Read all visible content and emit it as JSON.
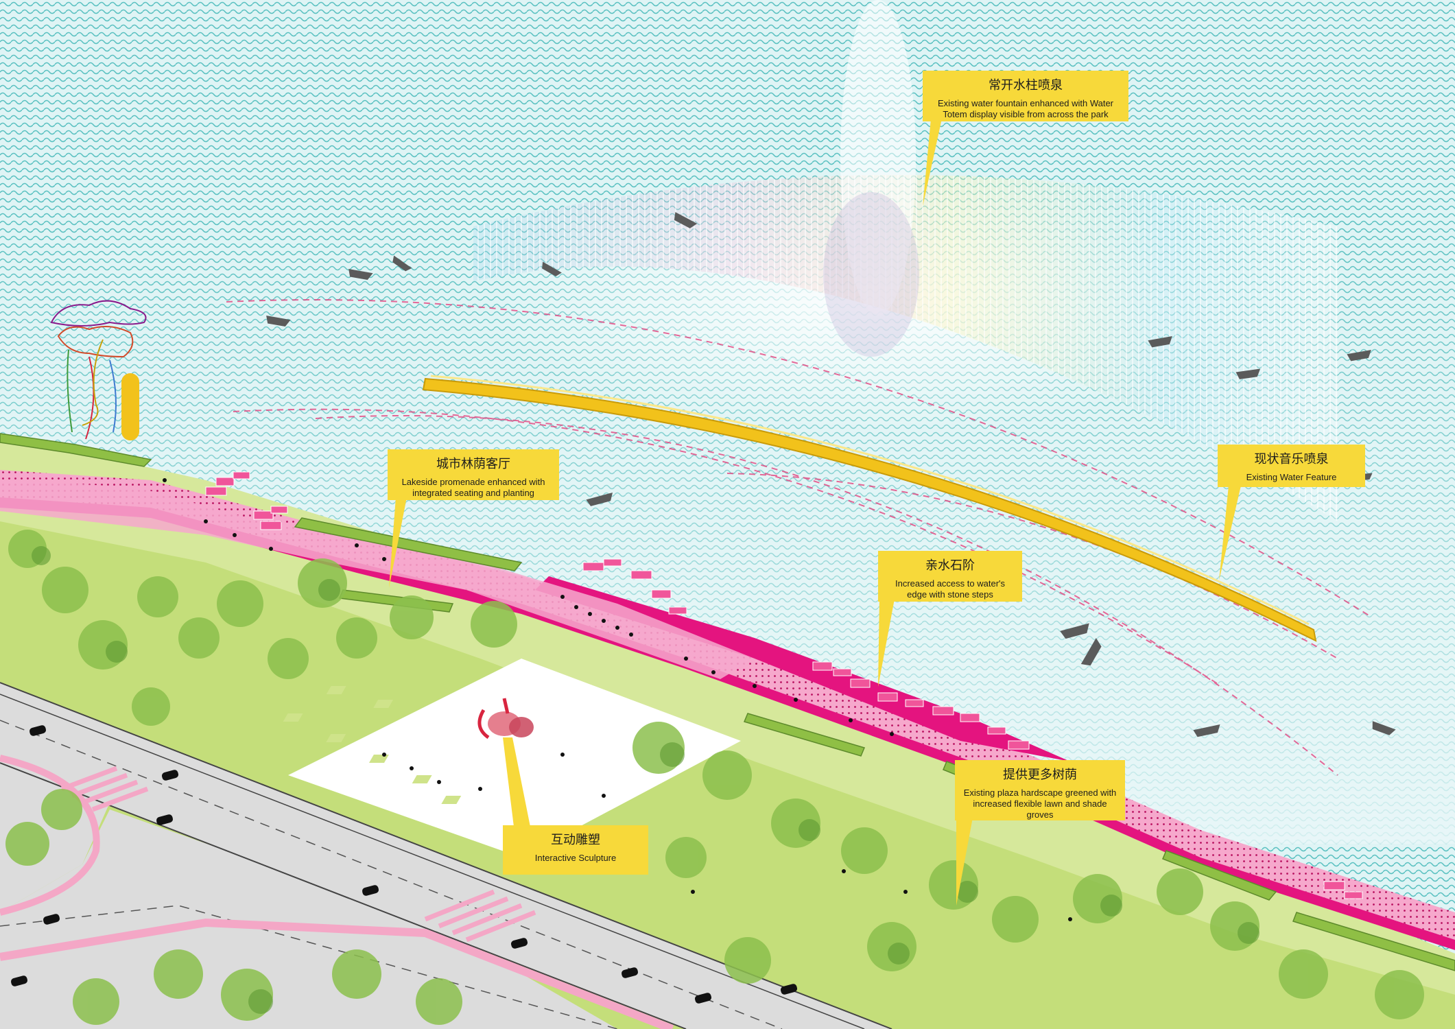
{
  "colors": {
    "water": "#d8f1f3",
    "water_wave": "#43b8b8",
    "promenade_pink": "#e4147f",
    "promenade_light": "#f6a8cc",
    "park_green": "#cfe38a",
    "tree_green": "#7fb84a",
    "road_grey": "#d9d9d9",
    "callout_yellow": "#f7d93a",
    "fountain_gold": "#f2c21b"
  },
  "icons": [
    "boat-icon",
    "car-icon",
    "tree-icon",
    "person-icon",
    "sculpture-icon"
  ],
  "callouts": {
    "water_fountain": {
      "title_cn": "常开水柱喷泉",
      "text_en": "Existing water fountain enhanced with Water Totem display visible from across the park"
    },
    "music_fountain": {
      "title_cn": "现状音乐喷泉",
      "text_en": "Existing Water Feature"
    },
    "forest_lounge": {
      "title_cn": "城市林荫客厅",
      "text_en": "Lakeside promenade enhanced with integrated seating and planting"
    },
    "stone_steps": {
      "title_cn": "亲水石阶",
      "text_en": "Increased access to water's edge with stone steps"
    },
    "more_shade": {
      "title_cn": "提供更多树荫",
      "text_en": "Existing plaza hardscape greened with increased flexible lawn and shade groves"
    },
    "sculpture": {
      "title_cn": "互动雕塑",
      "text_en": "Interactive Sculpture"
    }
  }
}
